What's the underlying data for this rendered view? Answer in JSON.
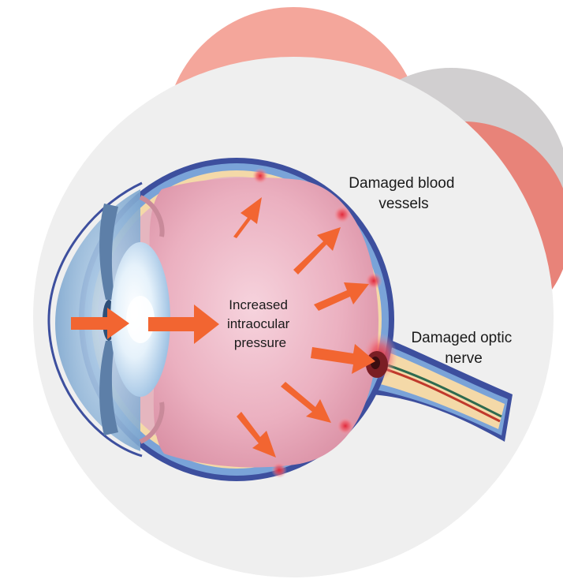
{
  "diagram": {
    "center_label": [
      "Increased",
      "intraocular",
      "pressure"
    ],
    "vessels_label": [
      "Damaged blood",
      "vessels"
    ],
    "nerve_label": [
      "Damaged optic",
      "nerve"
    ]
  },
  "colors": {
    "backdrop_salmon": "#f4a69b",
    "backdrop_grey": "#d1cfd0",
    "backdrop_red": "#e88379",
    "disc": "#efefef",
    "sclera_blue": "#3d4f9e",
    "choroid_blue": "#7aa3d8",
    "retina_tan": "#f4d9a8",
    "vitreous": "#e8a7b8",
    "arrow": "#f26531",
    "damage_red": "#e0283a",
    "text": "#1a1a1a"
  }
}
